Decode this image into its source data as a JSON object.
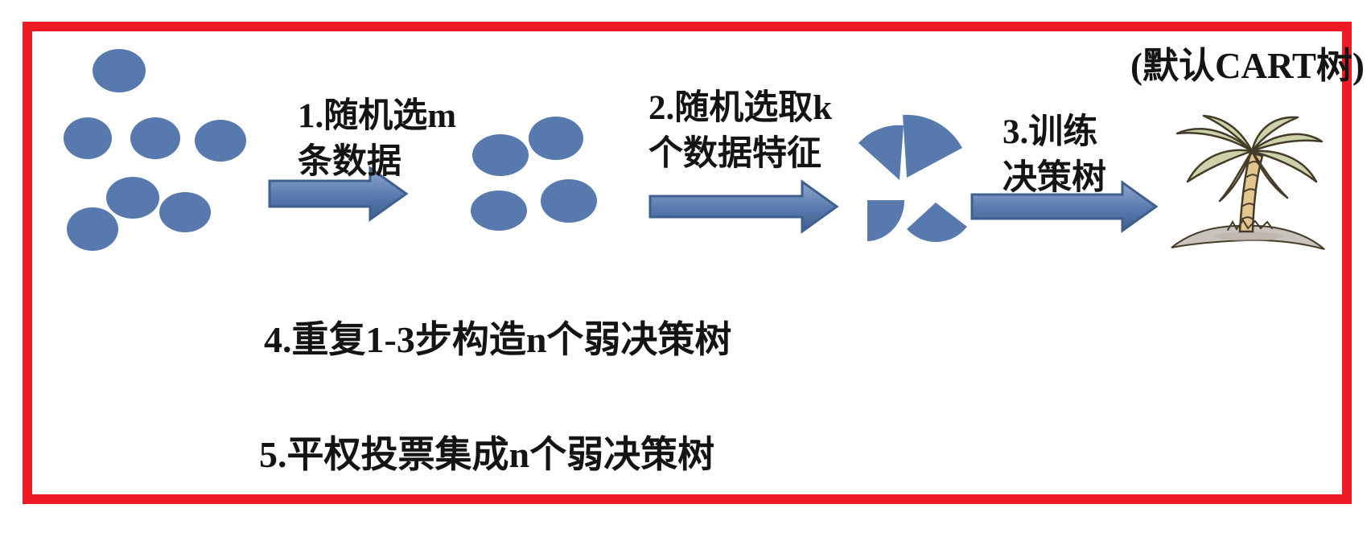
{
  "colors": {
    "frame_red": "#ee1b24",
    "shape_blue": "#5879ae",
    "shape_blue_light": "#8fa7cc",
    "shape_blue_dark": "#3f5f8f",
    "text_color": "#141414",
    "palm_leaf": "#ccd3ab",
    "palm_trunk": "#e3c68f",
    "palm_outline": "#443b28",
    "ground_gray": "#c9c3bd",
    "background": "#ffffff"
  },
  "diagram": {
    "note_top_right": "(默认CART树)",
    "steps": [
      {
        "id": 1,
        "label_line1": "1.随机选m",
        "label_line2": "条数据"
      },
      {
        "id": 2,
        "label_line1": "2.随机选取k",
        "label_line2": "个数据特征"
      },
      {
        "id": 3,
        "label_line1": "3.训练",
        "label_line2": "决策树"
      }
    ],
    "bottom_notes": [
      "4.重复1-3步构造n个弱决策树",
      "5.平权投票集成n个弱决策树"
    ],
    "clusters": {
      "dataset_points": 7,
      "sampled_points": 4,
      "feature_slices": 4
    }
  }
}
